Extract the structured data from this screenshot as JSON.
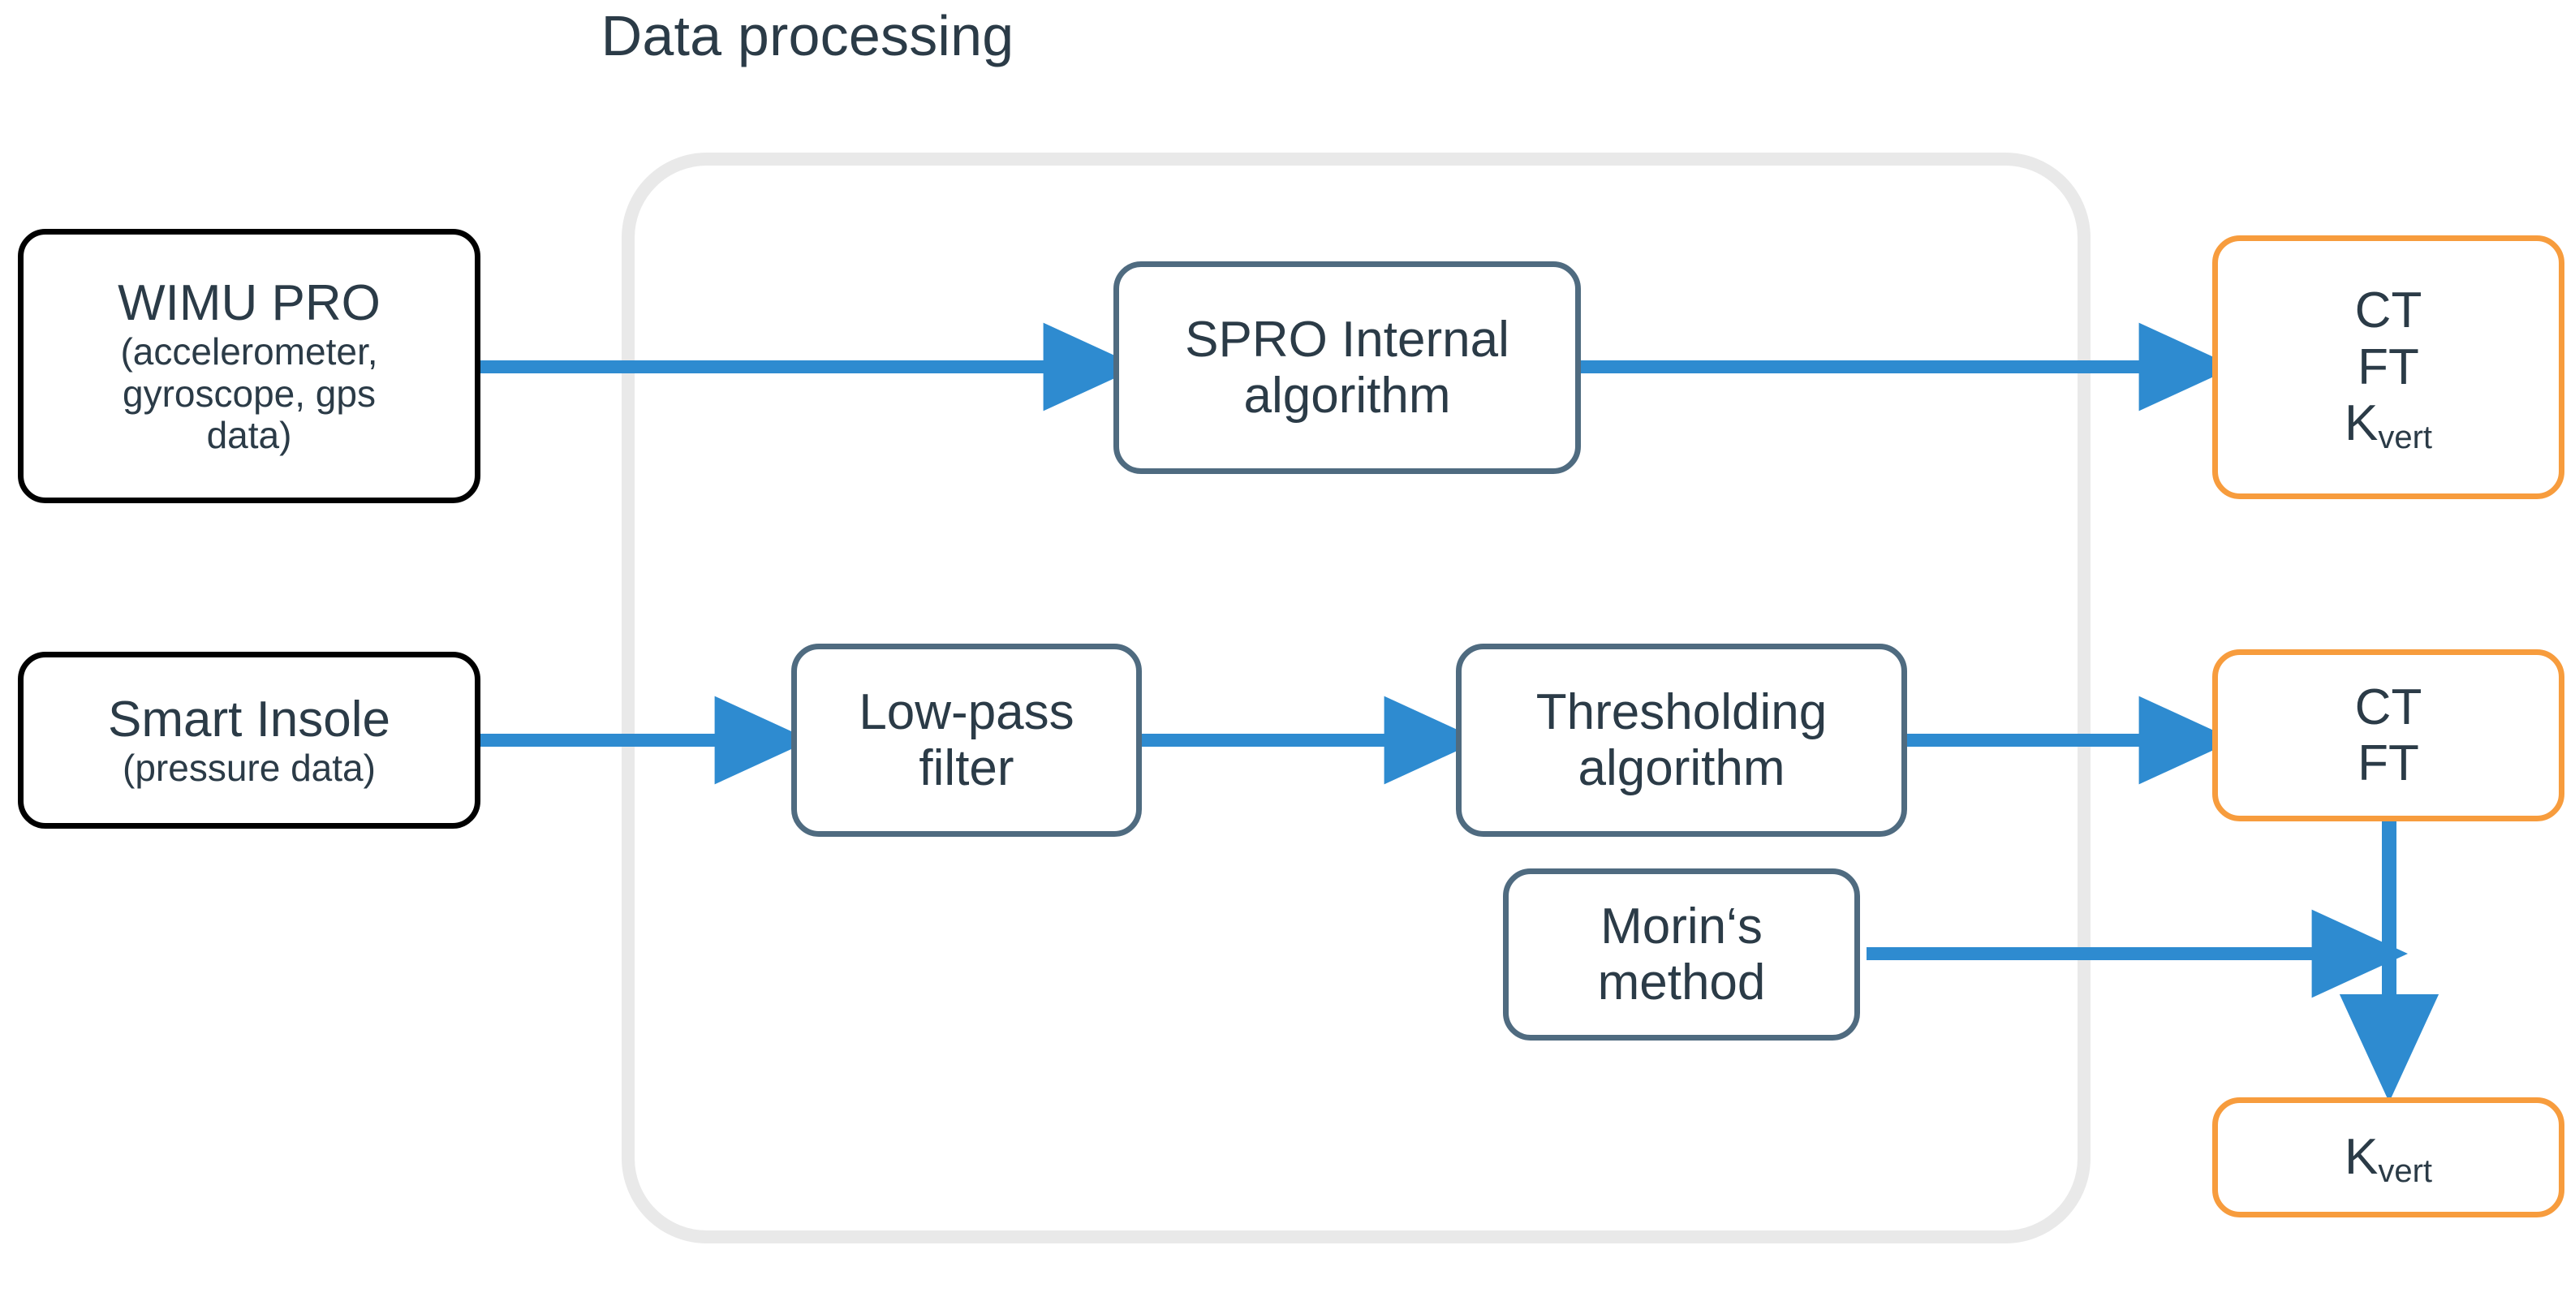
{
  "diagram": {
    "title": "Data processing",
    "colors": {
      "arrow_blue": "#2e8bd0",
      "output_orange": "#f79c3d",
      "process_border": "#4f6b80",
      "source_border": "#000000",
      "group_border": "#e9e9e9",
      "text": "#2b3b47"
    },
    "group_label": "Data processing",
    "nodes": {
      "wimu": {
        "title": "WIMU PRO",
        "subtitle_lines": [
          "(accelerometer,",
          "gyroscope, gps",
          "data)"
        ],
        "type": "source"
      },
      "smart_insole": {
        "title": "Smart Insole",
        "subtitle_lines": [
          "(pressure data)"
        ],
        "type": "source"
      },
      "spro": {
        "lines": [
          "SPRO Internal",
          "algorithm"
        ],
        "type": "process"
      },
      "lowpass": {
        "lines": [
          "Low-pass",
          "filter"
        ],
        "type": "process"
      },
      "thresholding": {
        "lines": [
          "Thresholding",
          "algorithm"
        ],
        "type": "process"
      },
      "morin": {
        "lines": [
          "Morin‘s",
          "method"
        ],
        "type": "process"
      },
      "output_top": {
        "lines": [
          "CT",
          "FT"
        ],
        "subscript_item": {
          "base": "K",
          "sub": "vert"
        },
        "type": "output"
      },
      "output_mid": {
        "lines": [
          "CT",
          "FT"
        ],
        "type": "output"
      },
      "output_bottom": {
        "subscript_item": {
          "base": "K",
          "sub": "vert"
        },
        "type": "output"
      }
    },
    "edges": [
      {
        "from": "wimu",
        "to": "spro"
      },
      {
        "from": "spro",
        "to": "output_top"
      },
      {
        "from": "smart_insole",
        "to": "lowpass"
      },
      {
        "from": "lowpass",
        "to": "thresholding"
      },
      {
        "from": "thresholding",
        "to": "output_mid"
      },
      {
        "from": "morin",
        "to": "kvert_junction"
      },
      {
        "from": "output_mid",
        "to": "output_bottom"
      }
    ]
  }
}
